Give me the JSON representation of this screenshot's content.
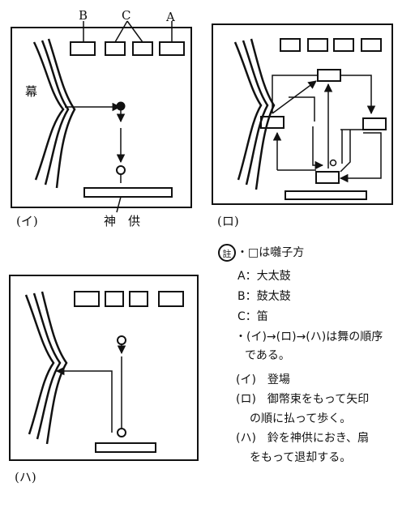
{
  "figure": {
    "panel_i": {
      "label": "(イ)",
      "top_labels": {
        "b": "B",
        "c": "C",
        "a": "A"
      },
      "curtain_label": "幕",
      "offering_label": "神　供"
    },
    "panel_ro": {
      "label": "(ロ)"
    },
    "panel_ha": {
      "label": "(ハ)"
    }
  },
  "notes": {
    "heading": "・□は囃子方",
    "items": [
      "A：大太鼓",
      "B：鼓太鼓",
      "C：笛",
      "・(イ)→(ロ)→(ハ)は舞の順序",
      "である。",
      "(イ)　登場",
      "(ロ)　御幣束をもって矢印",
      "の順に払って歩く。",
      "(ハ)　鈴を神供におき、扇",
      "をもって退却する。"
    ],
    "circle_mark": "註"
  }
}
